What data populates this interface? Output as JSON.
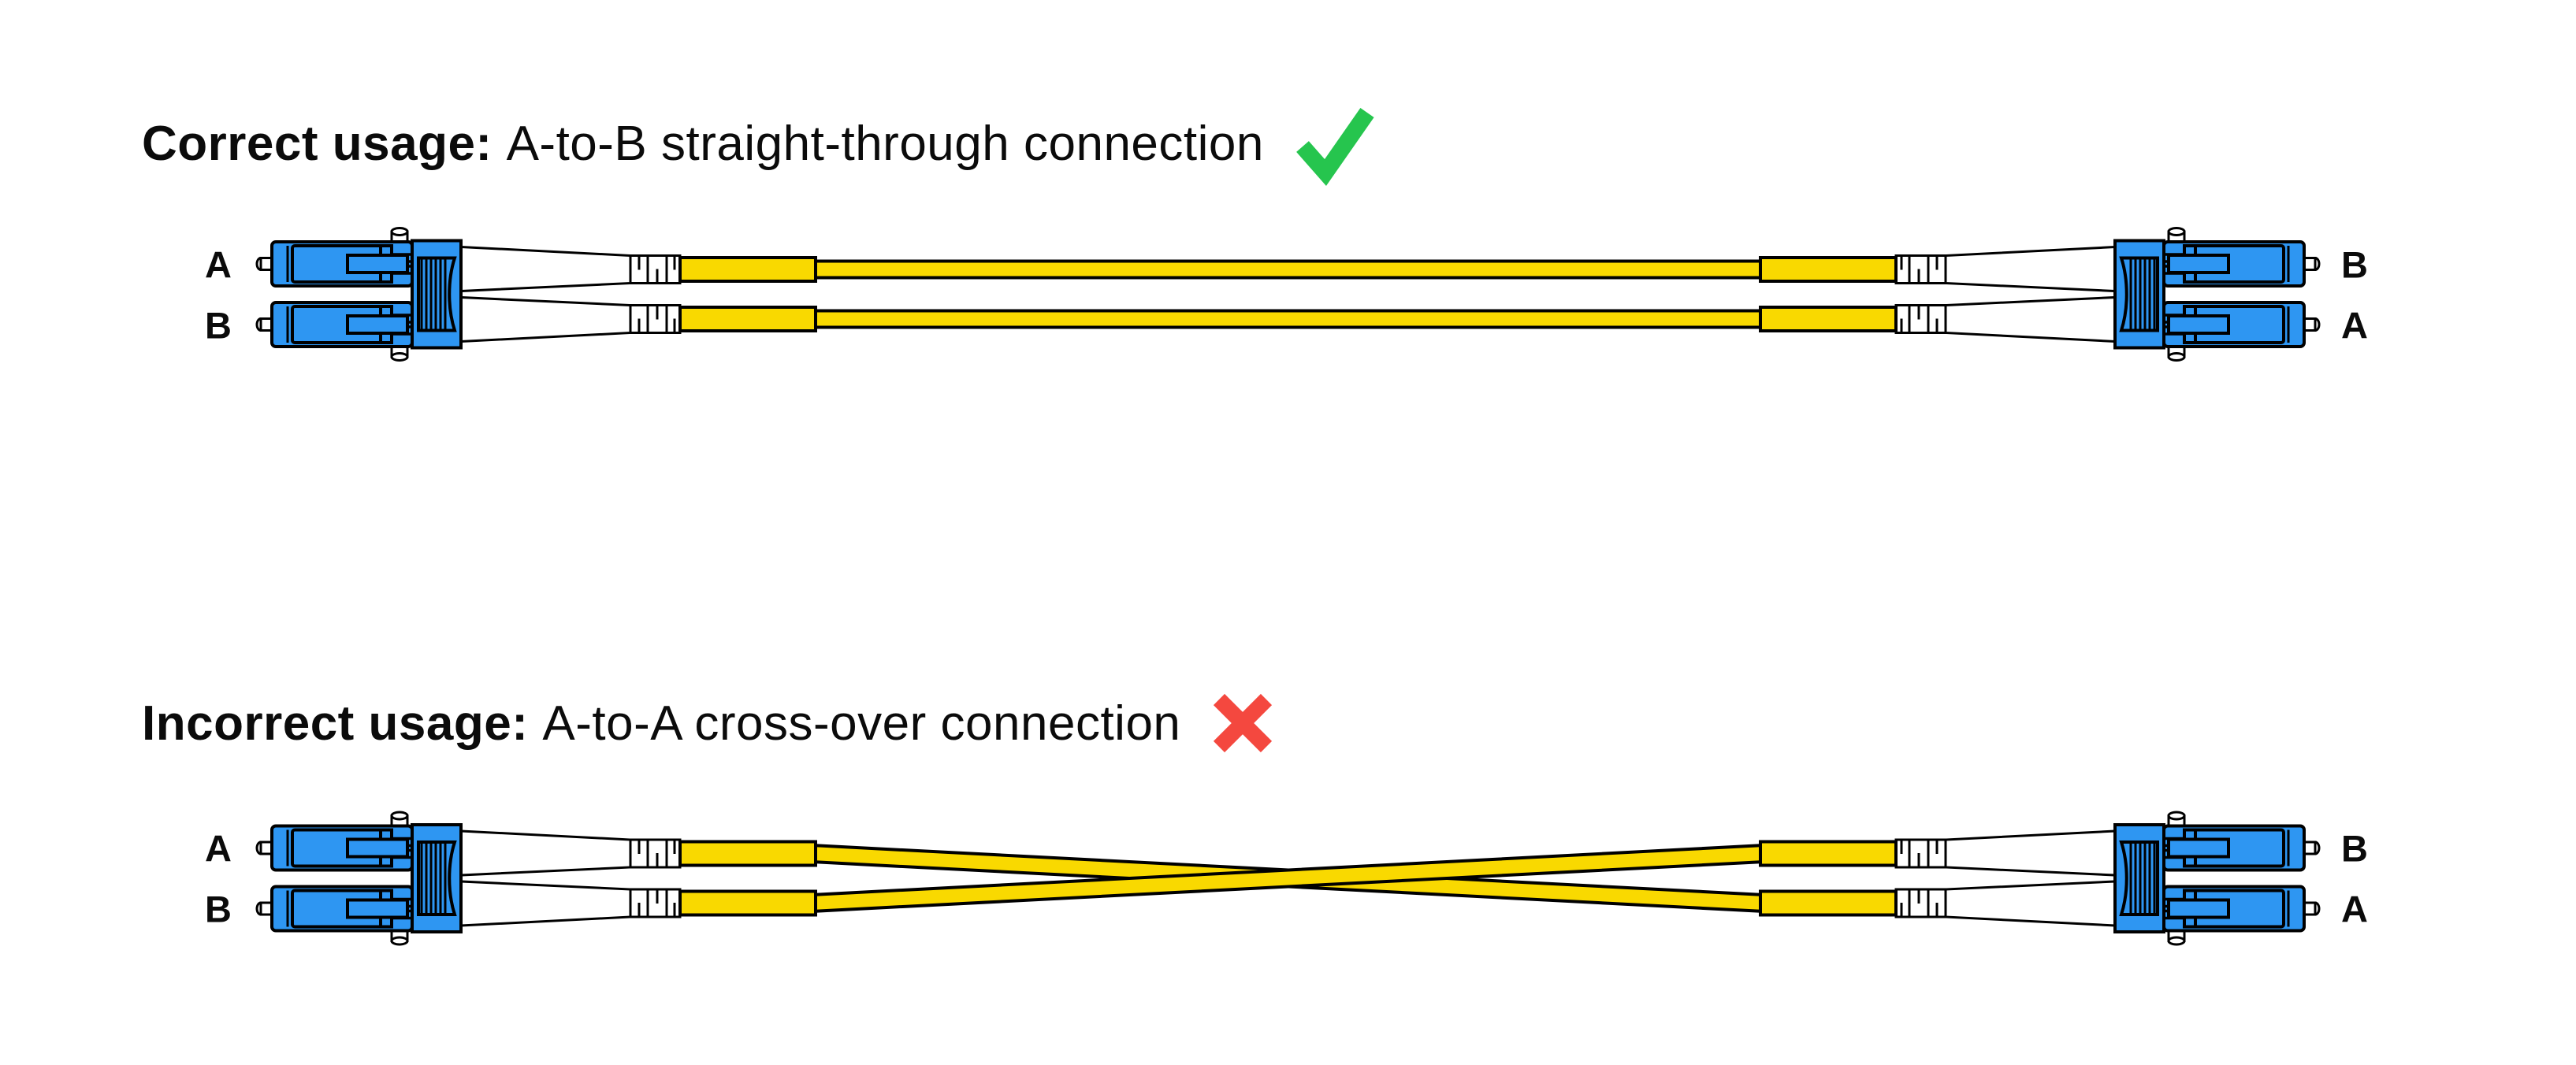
{
  "colors": {
    "background": "#ffffff",
    "connector_blue": "#2E96F2",
    "cable_yellow": "#F9D900",
    "outline_black": "#000000",
    "check_green": "#26C54E",
    "cross_red": "#F4483F",
    "text_black": "#0B0B0B"
  },
  "sections": [
    {
      "name": "correct-usage",
      "heading": {
        "bold": "Correct usage:",
        "text": "A-to-B straight-through connection",
        "result_icon": "check-icon"
      },
      "diagram": {
        "type": "fiber-patch-cable",
        "connection": "straight-through",
        "left_connector": {
          "type": "LC duplex",
          "top_label": "A",
          "bottom_label": "B"
        },
        "right_connector": {
          "type": "LC duplex",
          "top_label": "B",
          "bottom_label": "A"
        }
      }
    },
    {
      "name": "incorrect-usage",
      "heading": {
        "bold": "Incorrect usage:",
        "text": "A-to-A cross-over connection",
        "result_icon": "cross-icon"
      },
      "diagram": {
        "type": "fiber-patch-cable",
        "connection": "cross-over",
        "left_connector": {
          "type": "LC duplex",
          "top_label": "A",
          "bottom_label": "B"
        },
        "right_connector": {
          "type": "LC duplex",
          "top_label": "B",
          "bottom_label": "A"
        }
      }
    }
  ]
}
